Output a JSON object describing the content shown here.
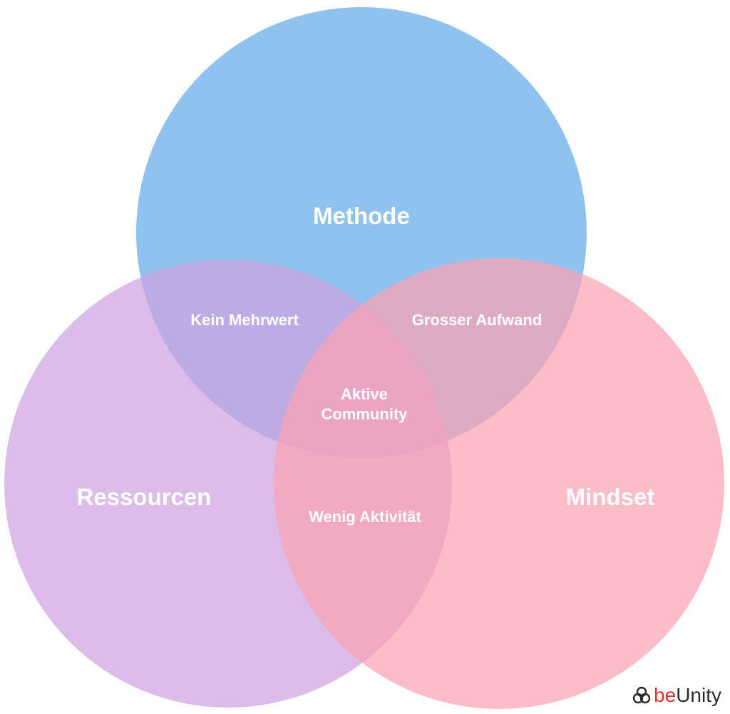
{
  "circles": [
    {
      "id": "methode",
      "label": "Methode",
      "color": "#6aaeea"
    },
    {
      "id": "ressourcen",
      "label": "Ressourcen",
      "color": "#cfa2df"
    },
    {
      "id": "mindset",
      "label": "Mindset",
      "color": "#fba3b3"
    }
  ],
  "intersections": {
    "methode_ressourcen": "Kein Mehrwert",
    "methode_mindset": "Grosser Aufwand",
    "ressourcen_mindset": "Wenig Aktivität",
    "center_line1": "Aktive",
    "center_line2": "Community"
  },
  "logo": {
    "be": "be",
    "unity": "Unity",
    "icon": "community-knot-icon",
    "be_color": "#e0312f"
  }
}
